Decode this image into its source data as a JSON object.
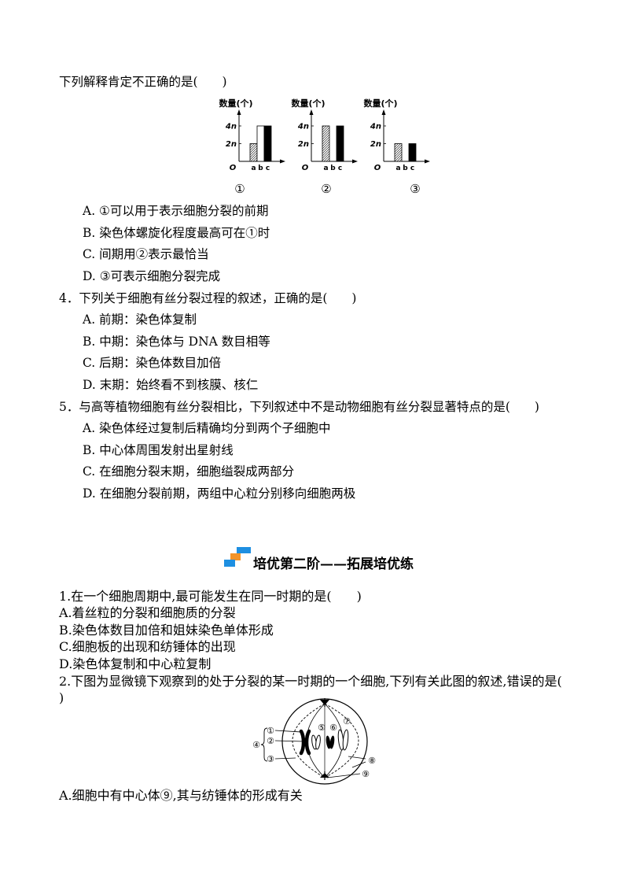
{
  "question_3": {
    "stem": "下列解释肯定不正确的是(　　)",
    "options": [
      "A. ①可以用于表示细胞分裂的前期",
      "B. 染色体螺旋化程度最高可在①时",
      "C. 间期用②表示最恰当",
      "D. ③可表示细胞分裂完成"
    ]
  },
  "chart_data": [
    {
      "type": "bar",
      "label": "①",
      "ylabel": "数量(个)",
      "origin_label": "O",
      "yticks": [
        {
          "value": 2,
          "label": "2n"
        },
        {
          "value": 4,
          "label": "4n"
        }
      ],
      "categories": [
        "a",
        "b",
        "c"
      ],
      "values": [
        2,
        4,
        4
      ],
      "fills": [
        "hatched",
        "white",
        "black"
      ]
    },
    {
      "type": "bar",
      "label": "②",
      "ylabel": "数量(个)",
      "origin_label": "O",
      "yticks": [
        {
          "value": 2,
          "label": "2n"
        },
        {
          "value": 4,
          "label": "4n"
        }
      ],
      "categories": [
        "a",
        "b",
        "c"
      ],
      "values": [
        4,
        0,
        4
      ],
      "fills": [
        "hatched",
        "white",
        "black"
      ]
    },
    {
      "type": "bar",
      "label": "③",
      "ylabel": "数量(个)",
      "origin_label": "O",
      "yticks": [
        {
          "value": 2,
          "label": "2n"
        },
        {
          "value": 4,
          "label": "4n"
        }
      ],
      "categories": [
        "a",
        "b",
        "c"
      ],
      "values": [
        2,
        0,
        2
      ],
      "fills": [
        "hatched",
        "white",
        "black"
      ]
    }
  ],
  "question_4": {
    "stem": "4．下列关于细胞有丝分裂过程的叙述，正确的是(　　)",
    "options": [
      "A. 前期：染色体复制",
      "B. 中期：染色体与 DNA 数目相等",
      "C. 后期：染色体数目加倍",
      "D. 末期：始终看不到核膜、核仁"
    ]
  },
  "question_5": {
    "stem": "5．与高等植物细胞有丝分裂相比，下列叙述中不是动物细胞有丝分裂显著特点的是(　　)",
    "options": [
      "A. 染色体经过复制后精确均分到两个子细胞中",
      "B. 中心体周围发射出星射线",
      "C. 在细胞分裂末期，细胞缢裂成两部分",
      "D. 在细胞分裂前期，两组中心粒分别移向细胞两极"
    ]
  },
  "section_2": {
    "title": "培优第二阶——拓展培优练",
    "colors": {
      "icon_blue": "#1e8fe1",
      "icon_orange": "#f39329"
    }
  },
  "section_2_question_1": {
    "stem": "1.在一个细胞周期中,最可能发生在同一时期的是(　　)",
    "options": [
      "A.着丝粒的分裂和细胞质的分裂",
      "B.染色体数目加倍和姐妹染色单体形成",
      "C.细胞板的出现和纺锤体的出现",
      "D.染色体复制和中心粒复制"
    ]
  },
  "section_2_question_2": {
    "stem_lines": [
      "2.下图为显微镜下观察到的处于分裂的某一时期的一个细胞,下列有关此图的叙述,错误的是(",
      ")"
    ],
    "diagram_labels": [
      "①",
      "②",
      "③",
      "④",
      "⑤",
      "⑥",
      "⑦",
      "⑧",
      "⑨"
    ],
    "options": [
      "A.细胞中有中心体⑨,其与纺锤体的形成有关"
    ]
  }
}
